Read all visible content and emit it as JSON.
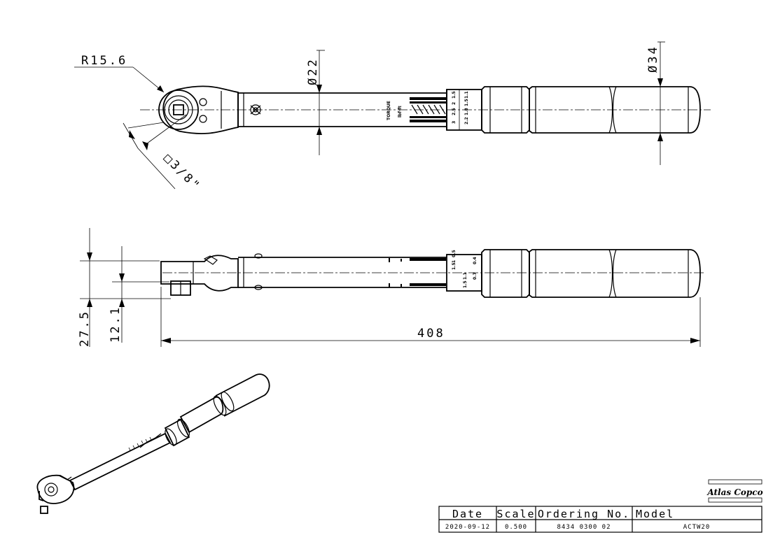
{
  "dimensions": {
    "radius": "R15.6",
    "square_drive": "□3/8\"",
    "shaft_diameter": "Ø22",
    "handle_diameter": "Ø34",
    "height_total": "27.5",
    "height_drive": "12.1",
    "length": "408"
  },
  "shaft_marking": {
    "torque": "TORQUE",
    "unit": "lbf·ft",
    "scale_top": [
      "3",
      "2.5",
      "2",
      "1.5"
    ],
    "scale_bottom": [
      "2.2",
      "1.8",
      "1.5",
      "1.1"
    ],
    "side_scale_top": [
      "1.5",
      "1",
      "0.5"
    ],
    "side_scale_bottom": [
      "1.5",
      "1.1",
      "0.7",
      "0.4"
    ]
  },
  "title_block": {
    "brand": "Atlas Copco",
    "headers": {
      "date": "Date",
      "scale": "Scale",
      "ordering": "Ordering No.",
      "model": "Model"
    },
    "values": {
      "date": "2020-09-12",
      "scale": "0.500",
      "ordering": "8434 0300 02",
      "model": "ACTW20"
    }
  }
}
